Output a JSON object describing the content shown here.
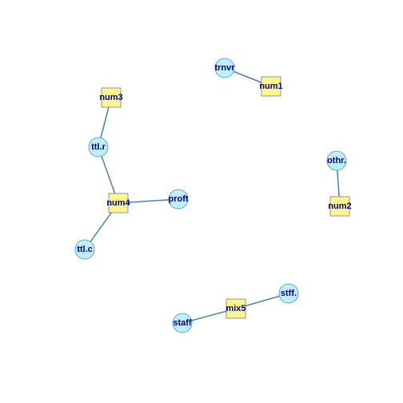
{
  "colors": {
    "edge": "#4682B4",
    "circle_fill": "#BFEFFF",
    "square_fill": "#FFF68F",
    "label": "#00008B",
    "background": "#FFFFFF"
  },
  "nodes": [
    {
      "id": "trnvr",
      "label": "trnvr",
      "shape": "circle"
    },
    {
      "id": "num1",
      "label": "num1",
      "shape": "square"
    },
    {
      "id": "num3",
      "label": "num3",
      "shape": "square"
    },
    {
      "id": "ttl.r",
      "label": "ttl.r",
      "shape": "circle"
    },
    {
      "id": "num4",
      "label": "num4",
      "shape": "square"
    },
    {
      "id": "proft",
      "label": "proft",
      "shape": "circle"
    },
    {
      "id": "ttl.c",
      "label": "ttl.c",
      "shape": "circle"
    },
    {
      "id": "othr.",
      "label": "othr.",
      "shape": "circle"
    },
    {
      "id": "num2",
      "label": "num2",
      "shape": "square"
    },
    {
      "id": "stff.",
      "label": "stff.",
      "shape": "circle"
    },
    {
      "id": "mix5",
      "label": "mix5",
      "shape": "square"
    },
    {
      "id": "staff",
      "label": "staff",
      "shape": "circle"
    }
  ],
  "edges": [
    [
      "trnvr",
      "num1"
    ],
    [
      "num3",
      "ttl.r"
    ],
    [
      "ttl.r",
      "num4"
    ],
    [
      "num4",
      "proft"
    ],
    [
      "num4",
      "ttl.c"
    ],
    [
      "othr.",
      "num2"
    ],
    [
      "stff.",
      "mix5"
    ],
    [
      "mix5",
      "staff"
    ]
  ]
}
